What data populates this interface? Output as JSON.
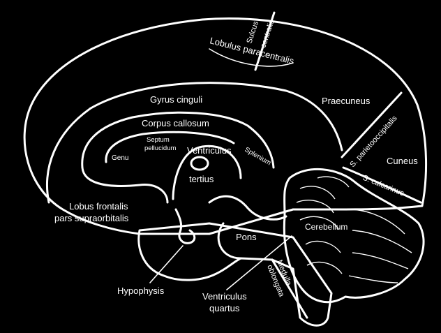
{
  "colors": {
    "background": "#000000",
    "tissue": "#4a4a4a",
    "line": "#ffffff"
  },
  "labels": {
    "sulcus_centralis": "Sulcus",
    "sulcus_centralis_2": "centralis",
    "lobulus_paracentralis": "Lobulus paracentralis",
    "gyrus_cinguli": "Gyrus cinguli",
    "praecuneus": "Praecuneus",
    "corpus_callosum": "Corpus callosum",
    "s_parietooccipitalis": "S. parietooccipitalis",
    "genu": "Genu",
    "septum_pellucidum_1": "Septum",
    "septum_pellucidum_2": "pellucidum",
    "ventriculus_tertius_1": "Ventriculus",
    "ventriculus_tertius_2": "tertius",
    "splenium": "Splenium",
    "cuneus": "Cuneus",
    "s_calcarinus": "S. calcarinus",
    "lobus_frontalis_1": "Lobus frontalis",
    "lobus_frontalis_2": "pars supraorbitalis",
    "cerebellum": "Cerebellum",
    "pons": "Pons",
    "medulla_1": "Medulla",
    "medulla_2": "oblongata",
    "hypophysis": "Hypophysis",
    "ventriculus_quartus_1": "Ventriculus",
    "ventriculus_quartus_2": "quartus"
  }
}
